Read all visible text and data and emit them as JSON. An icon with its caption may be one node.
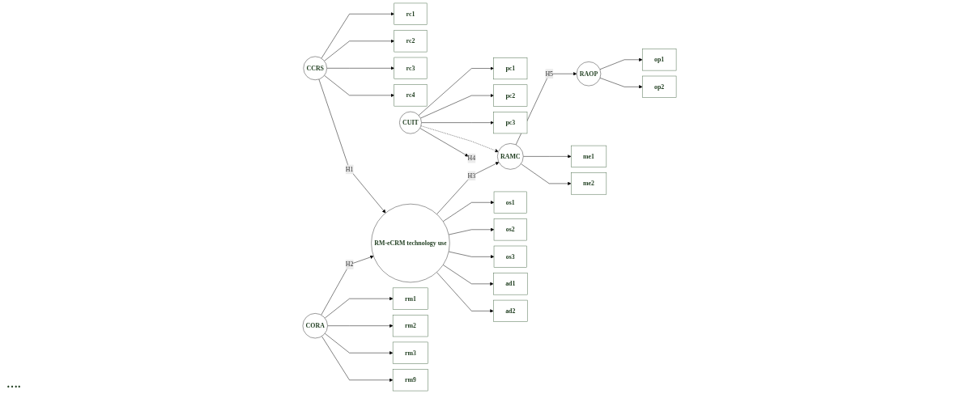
{
  "diagram": {
    "nodes": [
      {
        "text": [
          "CCRS"
        ]
      },
      {
        "text": [
          "rc1"
        ]
      },
      {
        "text": [
          "rc2"
        ]
      },
      {
        "text": [
          "rc3"
        ]
      },
      {
        "text": [
          "rc4"
        ]
      },
      {
        "text": [
          "CUIT"
        ]
      },
      {
        "text": [
          "pc1"
        ]
      },
      {
        "text": [
          "pc2"
        ]
      },
      {
        "text": [
          "pc3"
        ]
      },
      {
        "text": [
          "RM-eCRM technology use"
        ]
      },
      {
        "text": [
          "CORA"
        ]
      },
      {
        "text": [
          "rm1"
        ]
      },
      {
        "text": [
          "rm2"
        ]
      },
      {
        "text": [
          "rm3"
        ]
      },
      {
        "text": [
          "rm9"
        ]
      },
      {
        "text": [
          "RAMC"
        ]
      },
      {
        "text": [
          "RAOP"
        ]
      },
      {
        "text": [
          "os1"
        ]
      },
      {
        "text": [
          "os2"
        ]
      },
      {
        "text": [
          "os3"
        ]
      },
      {
        "text": [
          "ad1"
        ]
      },
      {
        "text": [
          "ad2"
        ]
      },
      {
        "text": [
          "me1"
        ]
      },
      {
        "text": [
          "me2"
        ]
      },
      {
        "text": [
          "op1"
        ]
      },
      {
        "text": [
          "op2"
        ]
      }
    ],
    "edges": [
      {
        "from": 0,
        "to": 1,
        "arrow": "to"
      },
      {
        "from": 0,
        "to": 2,
        "arrow": "to"
      },
      {
        "from": 0,
        "to": 3,
        "arrow": "to"
      },
      {
        "from": 0,
        "to": 4,
        "arrow": "to"
      },
      {
        "from": 5,
        "to": 6,
        "arrow": "to"
      },
      {
        "from": 5,
        "to": 7,
        "arrow": "to"
      },
      {
        "from": 5,
        "to": 8,
        "arrow": "to"
      },
      {
        "from": 5,
        "to": 15,
        "arrow": "to",
        "style": "dashed"
      },
      {
        "from": 0,
        "to": 9,
        "arrow": "to",
        "label": "H1"
      },
      {
        "from": 10,
        "to": 9,
        "arrow": "to",
        "label": "H2"
      },
      {
        "from": 10,
        "to": 11,
        "arrow": "to"
      },
      {
        "from": 10,
        "to": 12,
        "arrow": "to"
      },
      {
        "from": 10,
        "to": 13,
        "arrow": "to"
      },
      {
        "from": 10,
        "to": 14,
        "arrow": "to"
      },
      {
        "from": 9,
        "to": 15,
        "arrow": "to",
        "label": "H3"
      },
      {
        "from": 5,
        "to": null,
        "arrow": "to",
        "label": "H4"
      },
      {
        "from": 15,
        "to": 16,
        "arrow": "to",
        "label": "H5"
      },
      {
        "from": 9,
        "to": 17,
        "arrow": "to"
      },
      {
        "from": 9,
        "to": 18,
        "arrow": "to"
      },
      {
        "from": 9,
        "to": 19,
        "arrow": "to"
      },
      {
        "from": 9,
        "to": 20,
        "arrow": "to"
      },
      {
        "from": 9,
        "to": 21,
        "arrow": "to"
      },
      {
        "from": 15,
        "to": 22,
        "arrow": "to"
      },
      {
        "from": 15,
        "to": 23,
        "arrow": "to"
      },
      {
        "from": 16,
        "to": 24,
        "arrow": "to"
      },
      {
        "from": 16,
        "to": 25,
        "arrow": "to"
      }
    ],
    "labels": [
      "…."
    ]
  }
}
